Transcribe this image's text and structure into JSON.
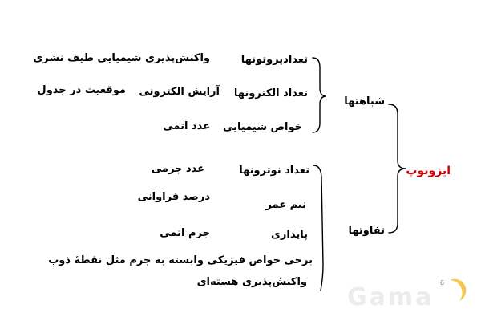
{
  "root": "ایزوتوپ",
  "similarities": {
    "title": "شباهتها",
    "items": [
      {
        "label": "تعدادپروتونها",
        "related": [
          "واکنش‌پذیری شیمیایی",
          "طیف نشری"
        ]
      },
      {
        "label": "تعداد الکترونها",
        "related": [
          "آرایش الکترونی",
          "موقعیت در جدول"
        ]
      },
      {
        "label": "خواص شیمیایی",
        "related": [
          "عدد اتمی"
        ]
      }
    ]
  },
  "differences": {
    "title": "تفاوتها",
    "items": [
      {
        "label": "تعداد نوترونها",
        "related": [
          "عدد جرمی"
        ]
      },
      {
        "label": "نیم عمر",
        "related": [
          "درصد فراوانی"
        ]
      },
      {
        "label": "پایداری",
        "related": [
          "جرم اتمی"
        ]
      }
    ],
    "note_line1": "برخی خواص فیزیکی وابسته به جرم مثل نقطهٔ ذوب",
    "note_line2": "واکنش‌پذیری هسته‌ای"
  },
  "page_number": "6",
  "logo_text": "Gama",
  "colors": {
    "root_text": "#d00000",
    "text": "#000000",
    "logo": "#ececec",
    "logo_accent": "#f2c94c"
  }
}
